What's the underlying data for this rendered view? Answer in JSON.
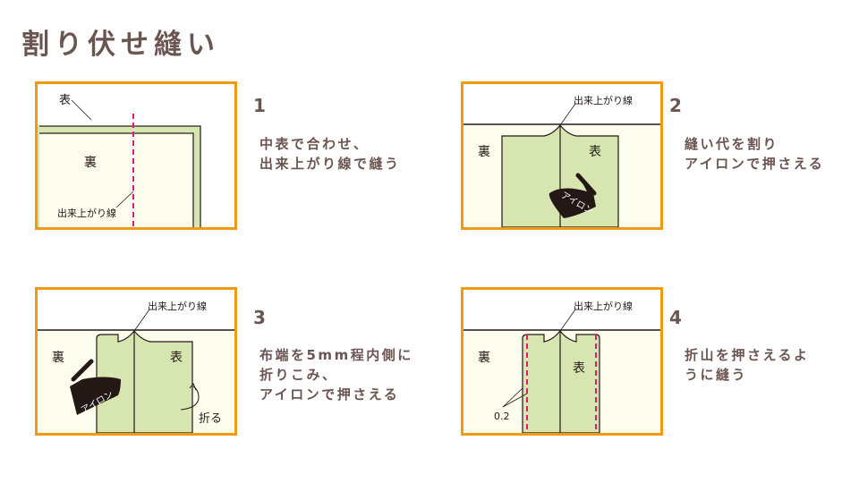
{
  "page": {
    "title": "割り伏せ縫い"
  },
  "colors": {
    "frame": "#ef9a12",
    "fabric_front": "#d7e6b0",
    "fabric_back": "#fdfdee",
    "stitch": "#e5177b",
    "text": "#6b5550",
    "line": "#231815"
  },
  "steps": [
    {
      "number": "1",
      "text": "中表で合わせ、\n出来上がり線で縫う",
      "diagram": {
        "label_front": "表",
        "label_back": "裏",
        "label_seamline": "出来上がり線"
      }
    },
    {
      "number": "2",
      "text": "縫い代を割り\nアイロンで押さえる",
      "diagram": {
        "label_seamline": "出来上がり線",
        "label_back": "裏",
        "label_front": "表",
        "label_iron": "アイロン"
      }
    },
    {
      "number": "3",
      "text": "布端を5mm程内側に\n折りこみ、\nアイロンで押さえる",
      "diagram": {
        "label_seamline": "出来上がり線",
        "label_back": "裏",
        "label_front": "表",
        "label_iron": "アイロン",
        "label_fold": "折る"
      }
    },
    {
      "number": "4",
      "text": "折山を押さえるよ\nうに縫う",
      "diagram": {
        "label_seamline": "出来上がり線",
        "label_back": "裏",
        "label_front": "表",
        "label_measure": "0.2"
      }
    }
  ]
}
